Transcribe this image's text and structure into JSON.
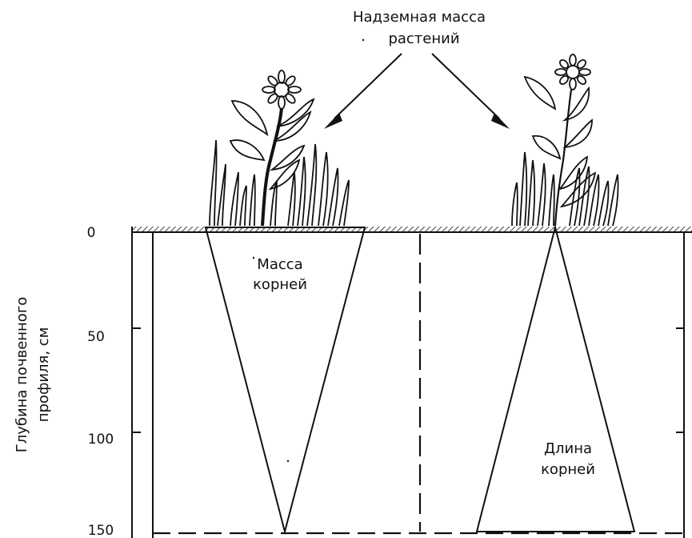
{
  "title": {
    "line1": "Надземная масса",
    "line2": "растений"
  },
  "y_axis": {
    "label_line1": "Глубина почвенного",
    "label_line2": "профиля, см",
    "ticks": [
      "0",
      "50",
      "100",
      "150"
    ]
  },
  "left_panel": {
    "label_line1": "Масса",
    "label_line2": "корней"
  },
  "right_panel": {
    "label_line1": "Длина",
    "label_line2": "корней"
  },
  "colors": {
    "ink": "#111111",
    "background": "#ffffff"
  }
}
